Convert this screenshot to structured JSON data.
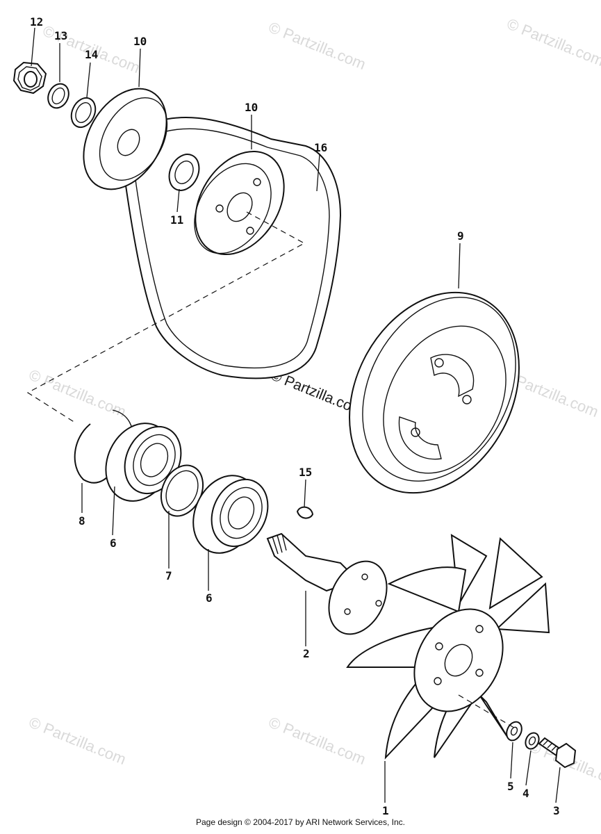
{
  "diagram": {
    "callouts": {
      "c1": "1",
      "c2": "2",
      "c3": "3",
      "c4": "4",
      "c5": "5",
      "c6a": "6",
      "c6b": "6",
      "c7": "7",
      "c8": "8",
      "c9": "9",
      "c10a": "10",
      "c10b": "10",
      "c11": "11",
      "c12": "12",
      "c13": "13",
      "c14": "14",
      "c15": "15",
      "c16": "16"
    },
    "watermark_main": "© Partzilla.com",
    "watermark_faint": "© Partzilla.com"
  },
  "footer": {
    "text": "Page design © 2004-2017 by ARI Network Services, Inc."
  }
}
